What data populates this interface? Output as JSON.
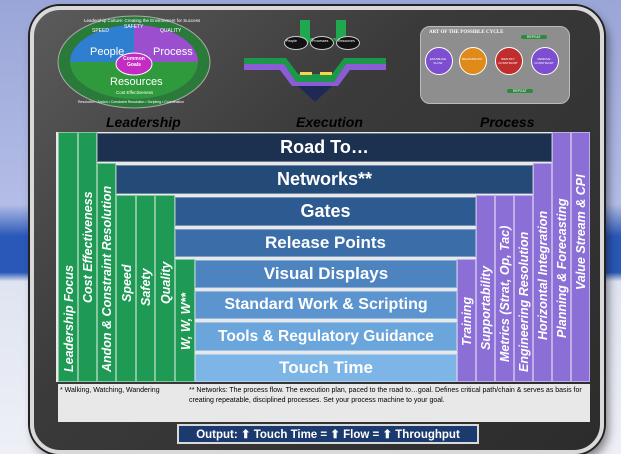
{
  "top_left": {
    "arc_text": "Leadership Culture: Creating the Environment for Success",
    "speed": "SPEED",
    "safety": "SAFETY",
    "quality": "QUALITY",
    "people": "People",
    "process": "Process",
    "common_goals": "Common Goals",
    "resources": "Resources",
    "cost": "Cost Effectiveness",
    "bottom_arc": "Resolution • Andon • Constraint Resolution • Scripting • Coordination"
  },
  "top_center": {
    "node1": "People",
    "node2": "Processes",
    "node3": "Resources"
  },
  "top_right": {
    "title": "ART OF THE POSSIBLE CYCLE",
    "steps": [
      "ESTABLISH FLOW",
      "MEASURE KIP",
      "IDENTIFY CONSTRAINT",
      "REMOVE CONSTRAINT"
    ],
    "top_arrow": "REPEAT",
    "bottom_arrow": "REPEAT"
  },
  "headers": {
    "leadership": "Leadership",
    "execution": "Execution",
    "process": "Process"
  },
  "bars": [
    "Road To…",
    "Networks**",
    "Gates",
    "Release Points",
    "Visual Displays",
    "Standard Work & Scripting",
    "Tools & Regulatory Guidance",
    "Touch Time"
  ],
  "left_columns": [
    "Leadership Focus",
    "Cost Effectiveness",
    "Andon & Constraint Resolution",
    "Speed",
    "Safety",
    "Quality",
    "W, W, W**"
  ],
  "right_columns": [
    "Training",
    "Supportability",
    "Metrics (Strat, Op, Tac)",
    "Engineering Resolution",
    "Horizontal Integration",
    "Planning & Forecasting",
    "Value Stream & CPI"
  ],
  "footnotes": {
    "left": "* Walking, Watching, Wandering",
    "right": "** Networks: The process flow. The execution plan, paced to the road to…goal. Defines critical path/chain & serves as basis for creating repeatable, disciplined processes. Set your process machine to your goal."
  },
  "output": "Output: ⬆ Touch Time = ⬆ Flow = ⬆ Throughput",
  "colors": {
    "left_green": "#1f9a55",
    "right_purple": "#8b6fd6",
    "bar_dark": "#1c3a5e",
    "bar_light": "#7db5e6"
  }
}
